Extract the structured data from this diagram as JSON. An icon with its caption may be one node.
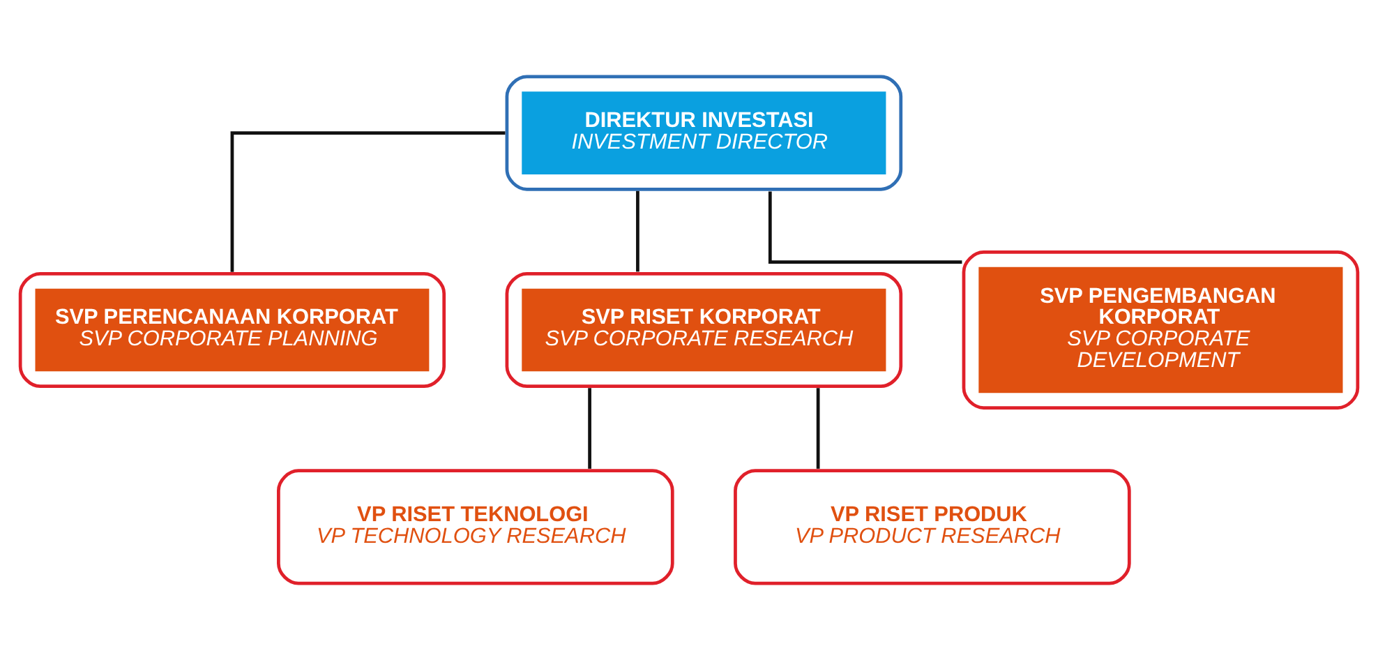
{
  "diagram": {
    "nodes": [
      {
        "text": [
          "DIREKTUR INVESTASI",
          "INVESTMENT DIRECTOR"
        ]
      },
      {
        "text": [
          "SVP PERENCANAAN KORPORAT",
          "SVP CORPORATE PLANNING"
        ]
      },
      {
        "text": [
          "SVP RISET KORPORAT",
          "SVP CORPORATE RESEARCH"
        ]
      },
      {
        "text": [
          "SVP PENGEMBANGAN KORPORAT",
          "SVP CORPORATE DEVELOPMENT"
        ]
      },
      {
        "text": [
          "VP RISET TEKNOLOGI",
          "VP TECHNOLOGY RESEARCH"
        ]
      },
      {
        "text": [
          "VP RISET PRODUK",
          "VP PRODUCT RESEARCH"
        ]
      }
    ],
    "edges": [
      {
        "from": 0,
        "to": 1,
        "arrow": "none"
      },
      {
        "from": 0,
        "to": 2,
        "arrow": "none"
      },
      {
        "from": 0,
        "to": 3,
        "arrow": "none"
      },
      {
        "from": 2,
        "to": 4,
        "arrow": "none"
      },
      {
        "from": 2,
        "to": 5,
        "arrow": "none"
      }
    ]
  }
}
